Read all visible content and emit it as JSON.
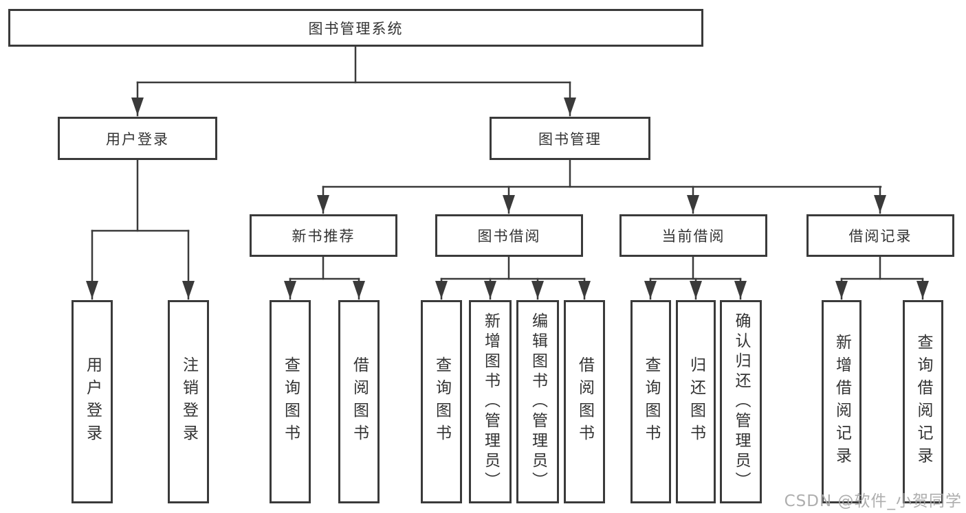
{
  "diagram": {
    "root_label": "图书管理系统",
    "level2": {
      "user_login": "用户登录",
      "book_mgmt": "图书管理"
    },
    "level3": {
      "new_book": "新书推荐",
      "book_borrow": "图书借阅",
      "current_borrow": "当前借阅",
      "borrow_record": "借阅记录"
    },
    "leaves": {
      "user_login": [
        "用户登录",
        "注销登录"
      ],
      "new_book": [
        "查询图书",
        "借阅图书"
      ],
      "book_borrow": [
        "查询图书",
        "新增图书（管理员）",
        "编辑图书（管理员）",
        "借阅图书"
      ],
      "current_borrow": [
        "查询图书",
        "归还图书",
        "确认归还（管理员）"
      ],
      "borrow_record": [
        "新增借阅记录",
        "查询借阅记录"
      ]
    }
  },
  "watermark": {
    "text": "CSDN @软件_小贺同学"
  },
  "colors": {
    "line": "#3a3a3a",
    "text": "#333333",
    "watermark_gray": "#a5a5a5",
    "background": "#ffffff"
  }
}
